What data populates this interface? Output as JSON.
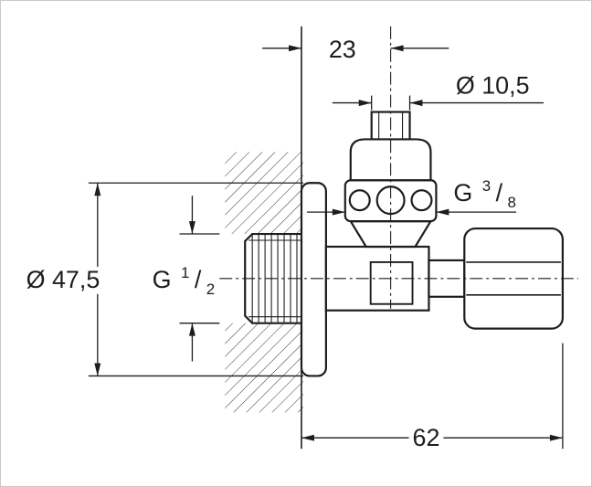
{
  "drawing": {
    "background_color": "#ffffff",
    "line_color": "#1d1d1b",
    "border_color": "#c9c9c9",
    "labels": {
      "top_offset": "23",
      "spindle_diameter": "Ø 10,5",
      "outlet_thread": {
        "prefix": "G",
        "numerator": "3",
        "separator": "/",
        "denominator": "8"
      },
      "flange_diameter": "Ø 47,5",
      "inlet_thread": {
        "prefix": "G",
        "numerator": "1",
        "separator": "/",
        "denominator": "2"
      },
      "overall_depth": "62"
    }
  }
}
